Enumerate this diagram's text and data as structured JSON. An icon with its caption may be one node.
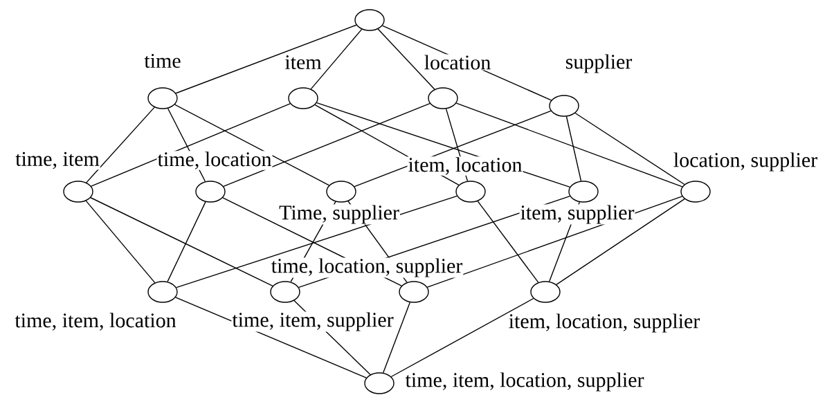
{
  "diagram": {
    "nodes": [
      {
        "text": [],
        "shape": "ellipse"
      },
      {
        "text": [],
        "shape": "ellipse",
        "beside": [
          "time"
        ]
      },
      {
        "text": [],
        "shape": "ellipse",
        "beside": [
          "item"
        ]
      },
      {
        "text": [],
        "shape": "ellipse",
        "beside": [
          "location"
        ]
      },
      {
        "text": [],
        "shape": "ellipse",
        "beside": [
          "supplier"
        ]
      },
      {
        "text": [],
        "shape": "ellipse",
        "beside": [
          "time, item"
        ]
      },
      {
        "text": [],
        "shape": "ellipse",
        "beside": [
          "time, location"
        ]
      },
      {
        "text": [],
        "shape": "ellipse",
        "beside": [
          "Time, supplier"
        ]
      },
      {
        "text": [],
        "shape": "ellipse",
        "beside": [
          "item, location"
        ]
      },
      {
        "text": [],
        "shape": "ellipse",
        "beside": [
          "item, supplier"
        ]
      },
      {
        "text": [],
        "shape": "ellipse",
        "beside": [
          "location, supplier"
        ]
      },
      {
        "text": [],
        "shape": "ellipse",
        "beside": [
          "time, item, location"
        ]
      },
      {
        "text": [],
        "shape": "ellipse",
        "beside": [
          "time, item, supplier"
        ]
      },
      {
        "text": [],
        "shape": "ellipse",
        "beside": [
          "time, location, supplier"
        ]
      },
      {
        "text": [],
        "shape": "ellipse",
        "beside": [
          "item, location, supplier"
        ]
      },
      {
        "text": [],
        "shape": "ellipse",
        "beside": [
          "time, item, location, supplier"
        ]
      }
    ],
    "edges": [
      {
        "from": 0,
        "to": 1,
        "arrow": "none"
      },
      {
        "from": 0,
        "to": 2,
        "arrow": "none"
      },
      {
        "from": 0,
        "to": 3,
        "arrow": "none"
      },
      {
        "from": 0,
        "to": 4,
        "arrow": "none"
      },
      {
        "from": 1,
        "to": 5,
        "arrow": "none"
      },
      {
        "from": 1,
        "to": 6,
        "arrow": "none"
      },
      {
        "from": 1,
        "to": 7,
        "arrow": "none"
      },
      {
        "from": 2,
        "to": 5,
        "arrow": "none"
      },
      {
        "from": 2,
        "to": 8,
        "arrow": "none"
      },
      {
        "from": 2,
        "to": 9,
        "arrow": "none"
      },
      {
        "from": 3,
        "to": 6,
        "arrow": "none"
      },
      {
        "from": 3,
        "to": 8,
        "arrow": "none"
      },
      {
        "from": 3,
        "to": 10,
        "arrow": "none"
      },
      {
        "from": 4,
        "to": 7,
        "arrow": "none"
      },
      {
        "from": 4,
        "to": 9,
        "arrow": "none"
      },
      {
        "from": 4,
        "to": 10,
        "arrow": "none"
      },
      {
        "from": 5,
        "to": 11,
        "arrow": "none"
      },
      {
        "from": 5,
        "to": 12,
        "arrow": "none"
      },
      {
        "from": 6,
        "to": 11,
        "arrow": "none"
      },
      {
        "from": 6,
        "to": 13,
        "arrow": "none"
      },
      {
        "from": 7,
        "to": 12,
        "arrow": "none"
      },
      {
        "from": 7,
        "to": 13,
        "arrow": "none"
      },
      {
        "from": 8,
        "to": 11,
        "arrow": "none"
      },
      {
        "from": 8,
        "to": 14,
        "arrow": "none"
      },
      {
        "from": 9,
        "to": 12,
        "arrow": "none"
      },
      {
        "from": 9,
        "to": 14,
        "arrow": "none"
      },
      {
        "from": 10,
        "to": 13,
        "arrow": "none"
      },
      {
        "from": 10,
        "to": 14,
        "arrow": "none"
      },
      {
        "from": 11,
        "to": 15,
        "arrow": "none"
      },
      {
        "from": 12,
        "to": 15,
        "arrow": "none"
      },
      {
        "from": 13,
        "to": 15,
        "arrow": "none"
      },
      {
        "from": 14,
        "to": 15,
        "arrow": "none"
      }
    ]
  }
}
